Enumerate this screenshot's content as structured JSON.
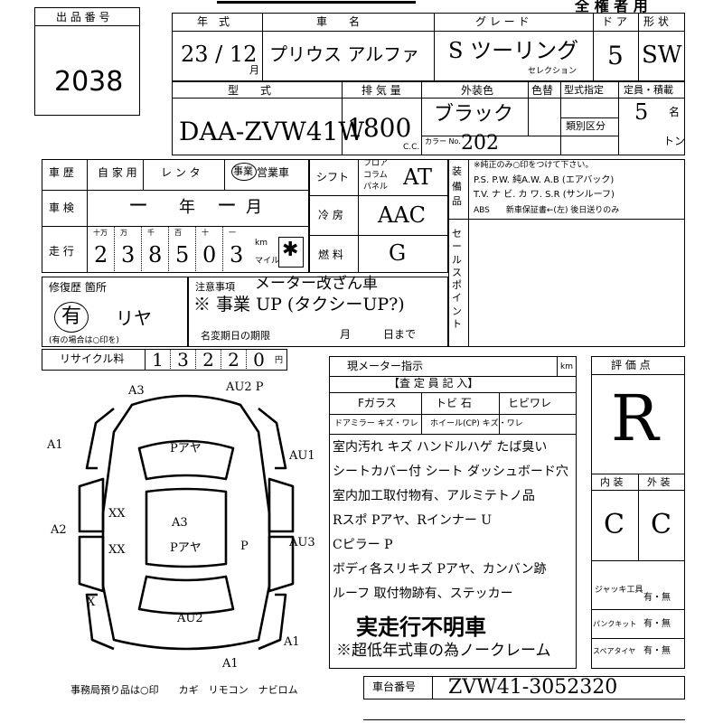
{
  "header_title": "全 権 者 用",
  "lot": {
    "label": "出 品 番 号",
    "number": "2038"
  },
  "row1": {
    "year_label": "年　式",
    "car_name_label": "車　　名",
    "grade_label": "グ レ ー ド",
    "doors_label": "ド ア",
    "shape_label": "形 状",
    "year_value": "23 / 12",
    "month_unit": "月",
    "car_name_value": "プリウス アルファ",
    "grade_value": "S ツーリング",
    "grade_sub": "セレクション",
    "doors_value": "5",
    "shape_value": "SW"
  },
  "row2": {
    "model_label": "型　　式",
    "displacement_label": "排 気 量",
    "exterior_color_label": "外装色",
    "color_alt_label": "色替",
    "type_designation_label": "型式指定",
    "class_label": "類別区分",
    "capacity_label": "定員・積載",
    "model_value": "DAA-ZVW41W",
    "displacement_value": "1800",
    "cc_unit": "C.C.",
    "color_value": "ブラック",
    "color_no_label": "カラー No.",
    "color_no_value": "202",
    "capacity_value": "5",
    "capacity_unit": "名",
    "ton_unit": "トン"
  },
  "history": {
    "label": "車 歴",
    "options": [
      "自 家 用",
      "レ ン タ",
      "事業",
      "営業車"
    ],
    "inspection_label": "車 検",
    "inspection_value": "ー",
    "year_unit": "年",
    "month_unit": "月",
    "mileage_label": "走 行",
    "digit_units": [
      "十万",
      "万",
      "千",
      "百",
      "十",
      "一"
    ],
    "mileage_digits": [
      "2",
      "3",
      "8",
      "5",
      "0",
      "3"
    ],
    "km_label": "km",
    "mile_label": "マイル",
    "repair_label": "修復歴 箇所",
    "repair_value": "有",
    "repair_location": "リヤ",
    "repair_note": "(有の場合は○印を)"
  },
  "shift_box": {
    "shift_label": "シフト",
    "shift_options": [
      "フロア",
      "コラム",
      "パネル"
    ],
    "shift_value": "AT",
    "ac_label": "冷 房",
    "ac_value": "AAC",
    "fuel_label": "燃 料",
    "fuel_value": "G"
  },
  "equipment": {
    "label": "装 備 品",
    "note": "※純正のみ○印をつけて下さい。",
    "line1": "P.S. P.W. 純A.W. A.B (エアバック)",
    "line2": "T.V. ナ ビ. カ ワ. S.R (サンルーフ)",
    "line3": "ABS　　新車保証書←(左) 後日送りのみ"
  },
  "sales_point_label": "セールスポイント",
  "notes": {
    "label": "注意事項",
    "line1": "メーター改ざん車",
    "line2": "※ 事業 UP (タクシーUP?)",
    "name_change_label": "名変期日の期限",
    "name_change_month": "月",
    "name_change_day": "日まで"
  },
  "recycle": {
    "label": "リサイクル料",
    "digits": [
      "1",
      "3",
      "2",
      "2",
      "0"
    ],
    "unit": "円"
  },
  "inspection_section": {
    "meter_label": "現メーター指示",
    "km_unit": "km",
    "inspector_label": "【査 定 員 記 入】",
    "f_glass_label": "Fガラス",
    "chip_label": "トビ 石",
    "crack_label": "ヒビワレ",
    "mirror_label": "ドアミラー キズ・ワレ",
    "wheel_label": "ホイール(CP) キズ・ワレ",
    "comments": [
      "室内汚れ キズ ハンドルハゲ たば臭い",
      "シートカバー付 シート ダッシュボード穴",
      "室内加工取付物有、アルミテトノ品",
      "Rスポ Pアヤ、Rインナー U",
      "Cピラー P",
      "ボディ各スリキズ Pアヤ、カンバン跡",
      "ルーフ 取付物跡有、ステッカー"
    ],
    "stamp": "実走行不明車",
    "last_note": "※超低年式車の為ノークレーム"
  },
  "grade_panel": {
    "label": "評 価 点",
    "score": "R",
    "interior_label": "内 装",
    "exterior_label": "外 装",
    "interior_value": "C",
    "exterior_value": "C",
    "jack_label": "ジャッキ工具",
    "puncture_label": "パンクキット",
    "spare_label": "スペアタイヤ",
    "has_options": "有・無"
  },
  "chassis": {
    "label": "車台番号",
    "value": "ZVW41-3052320"
  },
  "diagram": {
    "marks": [
      "A3",
      "AU2 P",
      "A1",
      "AU1",
      "A2",
      "XX",
      "XX",
      "P",
      "AU3",
      "A3",
      "Pアヤ",
      "Pアヤ",
      "AU2",
      "X",
      "A1",
      "A1"
    ]
  },
  "footer": "事務局預り品は○印　　カギ　リモコン　ナビロム"
}
